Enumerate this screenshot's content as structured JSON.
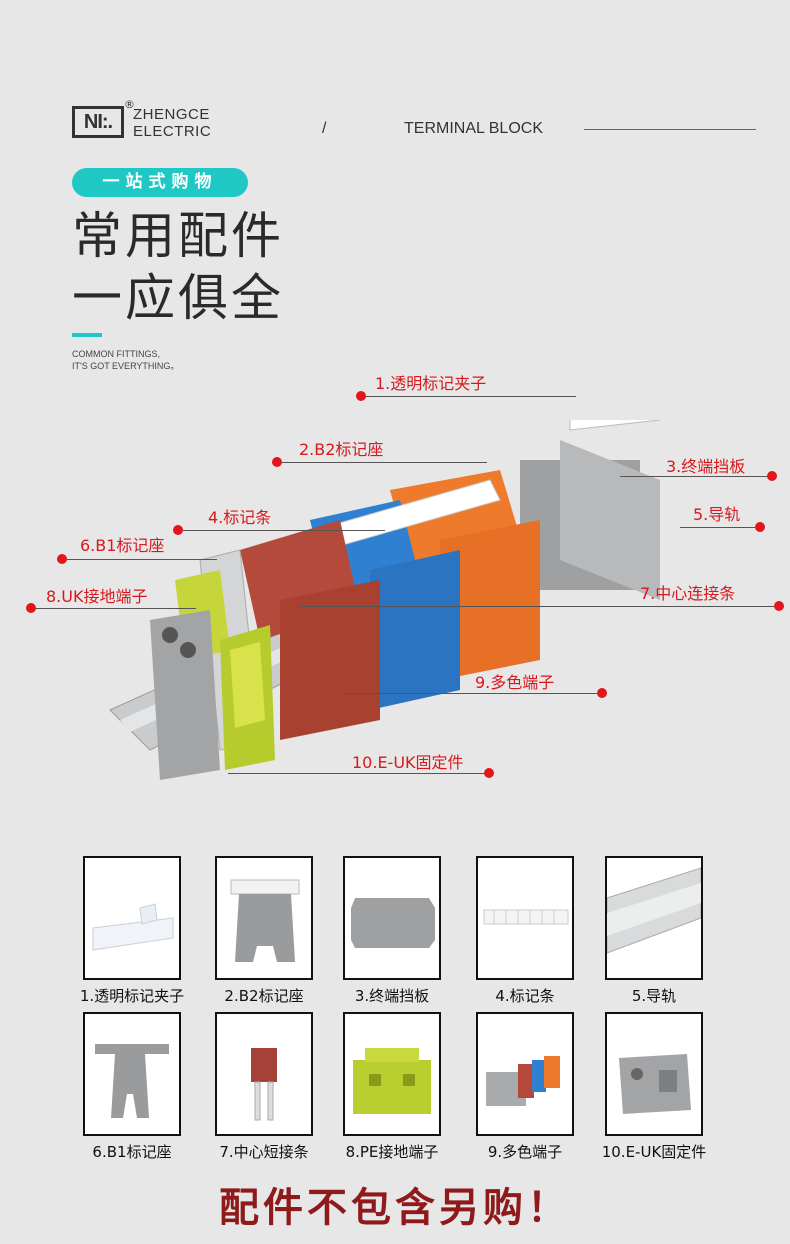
{
  "brand": {
    "logo_mark": "NI:.",
    "reg_symbol": "®",
    "name_line1": "ZHENGCE",
    "name_line2": "ELECTRIC"
  },
  "header": {
    "separator": "/",
    "title": "TERMINAL BLOCK"
  },
  "badge": "一站式购物",
  "headline": {
    "line1": "常用配件",
    "line2": "一应俱全"
  },
  "subtitle_en": {
    "line1": "COMMON FITTINGS,",
    "line2": "IT'S GOT EVERYTHING。"
  },
  "callouts": [
    "1.透明标记夹子",
    "2.B2标记座",
    "3.终端挡板",
    "4.标记条",
    "5.导轨",
    "6.B1标记座",
    "7.中心连接条",
    "8.UK接地端子",
    "9.多色端子",
    "10.E-UK固定件"
  ],
  "thumbnails": [
    "1.透明标记夹子",
    "2.B2标记座",
    "3.终端挡板",
    "4.标记条",
    "5.导轨",
    "6.B1标记座",
    "7.中心短接条",
    "8.PE接地端子",
    "9.多色端子",
    "10.E-UK固定件"
  ],
  "footer": "配件不包含另购！",
  "colors": {
    "accent_teal": "#1fc8c4",
    "callout_red": "#d7191e",
    "footer_red": "#8e1a1c",
    "background": "#e7e7e7"
  }
}
